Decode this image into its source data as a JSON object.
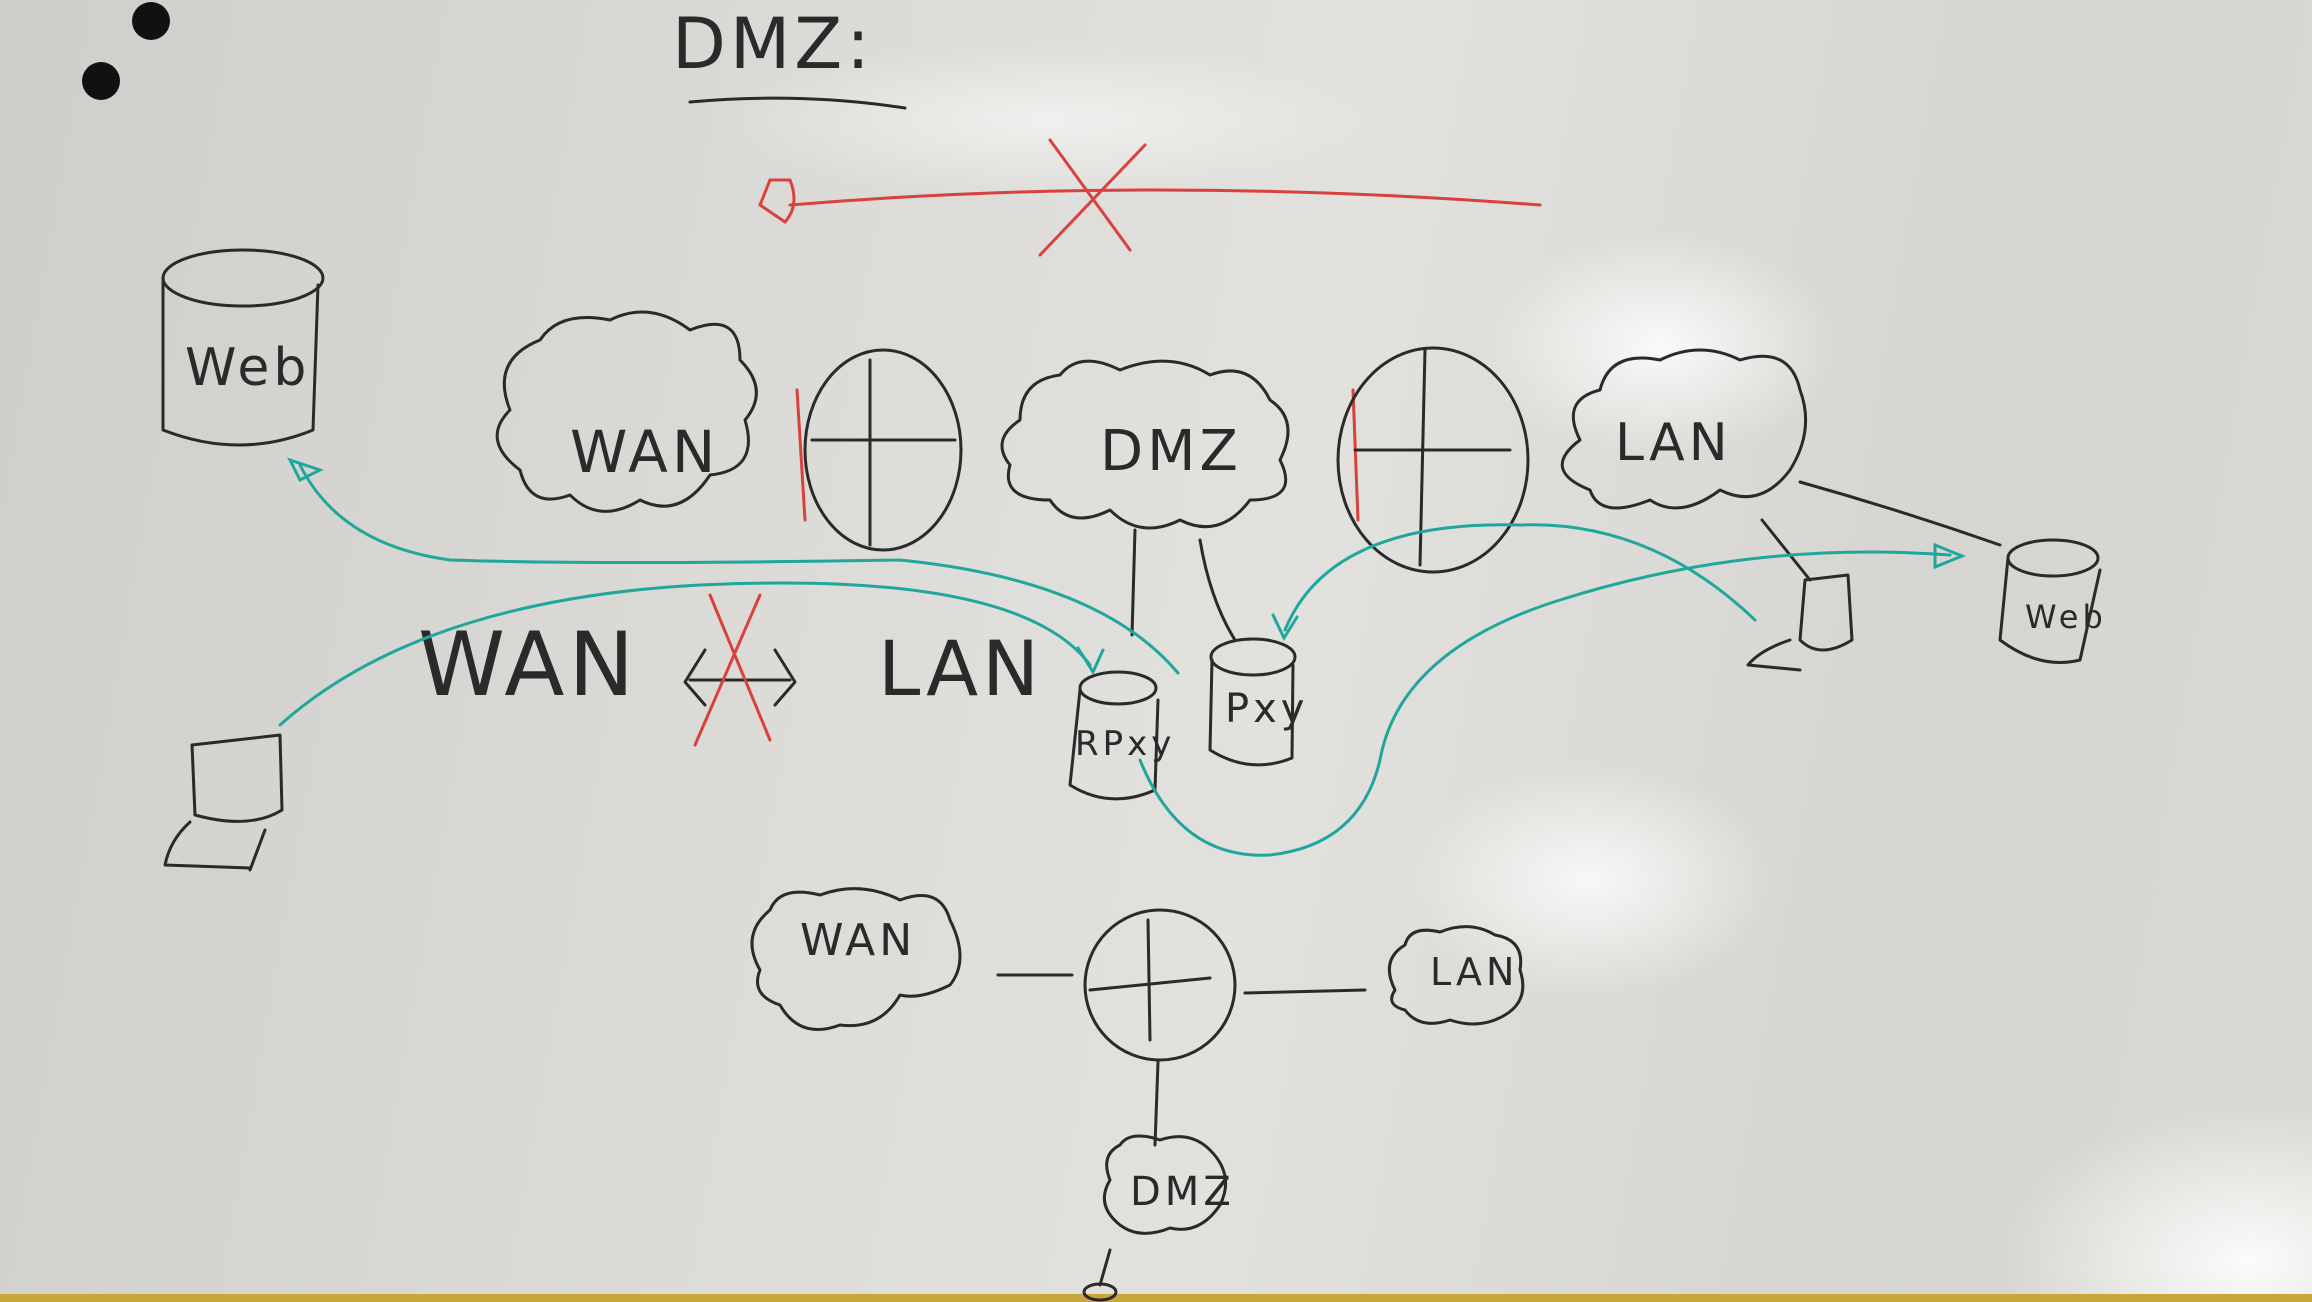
{
  "title": "DMZ:",
  "top_diagram": {
    "wan": "WAN",
    "dmz": "DMZ",
    "lan": "LAN",
    "web_left": "Web",
    "web_right": "Web"
  },
  "middle": {
    "wan_text": "WAN",
    "lan_text": "LAN",
    "rpxy": "RPxy",
    "pxy": "Pxy"
  },
  "bottom_diagram": {
    "wan": "WAN",
    "lan": "LAN",
    "dmz": "DMZ"
  },
  "colors": {
    "marker_black": "#2a2a2a",
    "marker_red": "#d9413e",
    "marker_teal": "#1fa79c"
  }
}
